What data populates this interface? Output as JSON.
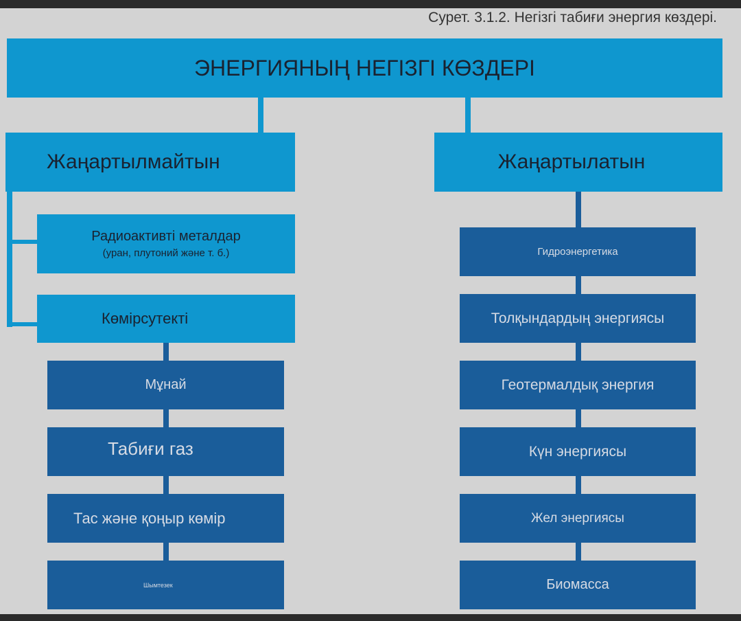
{
  "caption": "Сурет. 3.1.2. Негізгі табиғи энергия көздері.",
  "root": "ЭНЕРГИЯНЫҢ НЕГІЗГІ КӨЗДЕРІ",
  "non_renewable": {
    "title": "Жаңартылмайтын",
    "radioactive": {
      "label": "Радиоактивті металдар",
      "note": "(уран, плутоний және т. б.)"
    },
    "hydrocarbon": {
      "label": "Көмірсутекті",
      "items": [
        "Мұнай",
        "Табиғи газ",
        "Тас және қоңыр көмір",
        "Шымтезек"
      ]
    }
  },
  "renewable": {
    "title": "Жаңартылатын",
    "items": [
      "Гидроэнергетика",
      "Толқындардың энергиясы",
      "Геотермалдық энергия",
      "Күн энергиясы",
      "Жел энергиясы",
      "Биомасса"
    ]
  }
}
